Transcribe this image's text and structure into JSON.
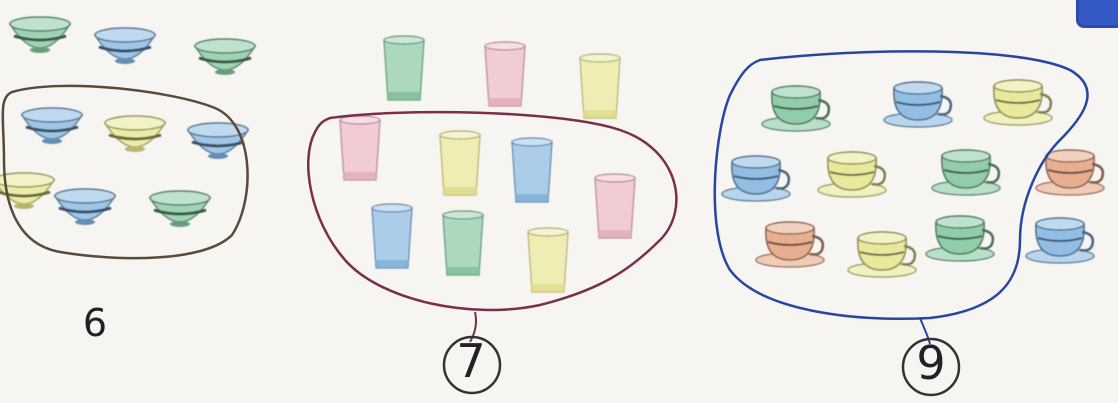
{
  "groups": [
    {
      "count_label": "6",
      "item": "bowl"
    },
    {
      "count_label": "7",
      "item": "glass"
    },
    {
      "count_label": "9",
      "item": "cup"
    }
  ],
  "colors": {
    "green": "#7fc49a",
    "blue": "#7fb2df",
    "yellow": "#e6e48a",
    "pink": "#e9b0bd",
    "orange": "#e4a07c",
    "outline_group1": "#5a4a3a",
    "outline_group2": "#7a2f4a",
    "outline_group3": "#2846a0",
    "badge": "#3458c4"
  }
}
